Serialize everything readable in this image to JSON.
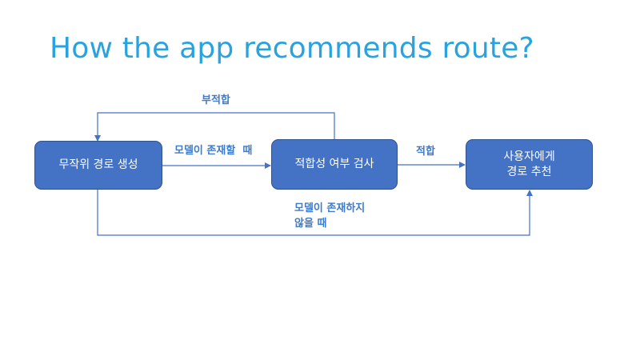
{
  "title": "How the app recommends route?",
  "nodes": {
    "random_route": "무작위 경로 생성",
    "suitability_check": "적합성 여부 검사",
    "recommend_line1": "사용자에게",
    "recommend_line2": "경로 추천"
  },
  "edges": {
    "unfit": "부적합",
    "model_exists": "모델이 존재할  때",
    "fit": "적합",
    "no_model_line1": "모델이 존재하지",
    "no_model_line2": "않을 때"
  },
  "colors": {
    "title": "#29a3e0",
    "node_fill": "#4472c4",
    "node_border": "#2f528f",
    "edge_line": "#4472c4",
    "edge_label": "#3c7bd0"
  }
}
